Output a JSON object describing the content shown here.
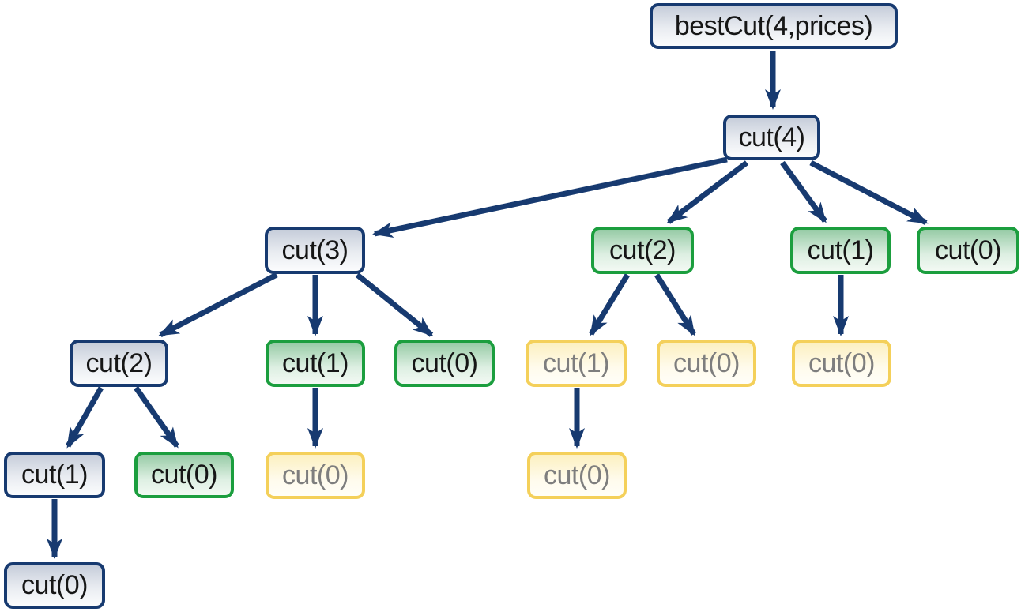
{
  "diagram": {
    "root_label": "bestCut(4,prices)"
  },
  "nodes": [
    {
      "id": "root",
      "label": "bestCut(4,prices)",
      "variant": "blue"
    },
    {
      "id": "cut4",
      "label": "cut(4)",
      "variant": "blue"
    },
    {
      "id": "cut3",
      "label": "cut(3)",
      "variant": "blue"
    },
    {
      "id": "cut2_g",
      "label": "cut(2)",
      "variant": "green"
    },
    {
      "id": "cut1_g",
      "label": "cut(1)",
      "variant": "green"
    },
    {
      "id": "cut0_g",
      "label": "cut(0)",
      "variant": "green"
    },
    {
      "id": "cut2_b",
      "label": "cut(2)",
      "variant": "blue"
    },
    {
      "id": "cut1_g2",
      "label": "cut(1)",
      "variant": "green"
    },
    {
      "id": "cut0_g2",
      "label": "cut(0)",
      "variant": "green"
    },
    {
      "id": "cut1_y",
      "label": "cut(1)",
      "variant": "yellow"
    },
    {
      "id": "cut0_y1",
      "label": "cut(0)",
      "variant": "yellow"
    },
    {
      "id": "cut0_y2",
      "label": "cut(0)",
      "variant": "yellow"
    },
    {
      "id": "cut1_b",
      "label": "cut(1)",
      "variant": "blue"
    },
    {
      "id": "cut0_g3",
      "label": "cut(0)",
      "variant": "green"
    },
    {
      "id": "cut0_y3",
      "label": "cut(0)",
      "variant": "yellow"
    },
    {
      "id": "cut0_y4",
      "label": "cut(0)",
      "variant": "yellow"
    },
    {
      "id": "cut0_b",
      "label": "cut(0)",
      "variant": "blue"
    }
  ],
  "edges": [
    {
      "from": "root",
      "to": "cut4"
    },
    {
      "from": "cut4",
      "to": "cut3"
    },
    {
      "from": "cut4",
      "to": "cut2_g"
    },
    {
      "from": "cut4",
      "to": "cut1_g"
    },
    {
      "from": "cut4",
      "to": "cut0_g"
    },
    {
      "from": "cut3",
      "to": "cut2_b"
    },
    {
      "from": "cut3",
      "to": "cut1_g2"
    },
    {
      "from": "cut3",
      "to": "cut0_g2"
    },
    {
      "from": "cut2_g",
      "to": "cut1_y"
    },
    {
      "from": "cut2_g",
      "to": "cut0_y1"
    },
    {
      "from": "cut1_g",
      "to": "cut0_y2"
    },
    {
      "from": "cut2_b",
      "to": "cut1_b"
    },
    {
      "from": "cut2_b",
      "to": "cut0_g3"
    },
    {
      "from": "cut1_g2",
      "to": "cut0_y3"
    },
    {
      "from": "cut1_y",
      "to": "cut0_y4"
    },
    {
      "from": "cut1_b",
      "to": "cut0_b"
    }
  ],
  "colors": {
    "arrow": "#173a70",
    "blue_border": "#173a70",
    "blue_fill_top": "#c6cdda",
    "green_border": "#1b9e3e",
    "green_fill_top": "#97cba6",
    "yellow_border": "#f4d05a",
    "yellow_fill_top": "#fcf0c0",
    "memo_text": "#7e7e7e",
    "node_text": "#161616",
    "background": "#ffffff"
  }
}
